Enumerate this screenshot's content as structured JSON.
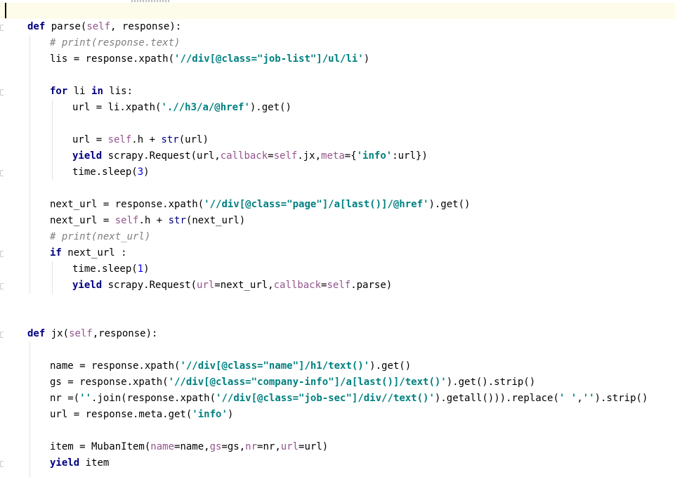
{
  "editor": {
    "lines": [
      {
        "tokens": [
          {
            "t": "def",
            "c": "kw"
          },
          {
            "t": " parse("
          },
          {
            "t": "self",
            "c": "self"
          },
          {
            "t": ", response):"
          }
        ]
      },
      {
        "tokens": [
          {
            "t": "# print(response.text)",
            "c": "cmt"
          }
        ]
      },
      {
        "tokens": [
          {
            "t": "lis = response.xpath("
          },
          {
            "t": "'//div[@class=\"job-list\"]/ul/li'",
            "c": "str"
          },
          {
            "t": ")"
          }
        ]
      },
      {
        "tokens": []
      },
      {
        "tokens": [
          {
            "t": "for",
            "c": "kw"
          },
          {
            "t": " li "
          },
          {
            "t": "in",
            "c": "kw"
          },
          {
            "t": " lis:"
          }
        ]
      },
      {
        "tokens": [
          {
            "t": "url = li.xpath("
          },
          {
            "t": "'.//h3/a/@href'",
            "c": "str"
          },
          {
            "t": ").get()"
          }
        ]
      },
      {
        "tokens": []
      },
      {
        "tokens": [
          {
            "t": "url = "
          },
          {
            "t": "self",
            "c": "self"
          },
          {
            "t": ".h + "
          },
          {
            "t": "str",
            "c": "builtin"
          },
          {
            "t": "(url)"
          }
        ]
      },
      {
        "tokens": [
          {
            "t": "yield",
            "c": "kw"
          },
          {
            "t": " scrapy.Request(url,"
          },
          {
            "t": "callback",
            "c": "kwarg"
          },
          {
            "t": "="
          },
          {
            "t": "self",
            "c": "self"
          },
          {
            "t": ".jx,"
          },
          {
            "t": "meta",
            "c": "kwarg"
          },
          {
            "t": "={"
          },
          {
            "t": "'info'",
            "c": "str"
          },
          {
            "t": ":url})"
          }
        ]
      },
      {
        "tokens": [
          {
            "t": "time.sleep("
          },
          {
            "t": "3",
            "c": "num"
          },
          {
            "t": ")"
          }
        ]
      },
      {
        "tokens": []
      },
      {
        "tokens": [
          {
            "t": "next_url = response.xpath("
          },
          {
            "t": "'//div[@class=\"page\"]/a[last()]/@href'",
            "c": "str"
          },
          {
            "t": ").get()"
          }
        ]
      },
      {
        "tokens": [
          {
            "t": "next_url = "
          },
          {
            "t": "self",
            "c": "self"
          },
          {
            "t": ".h + "
          },
          {
            "t": "str",
            "c": "builtin"
          },
          {
            "t": "(next_url)"
          }
        ]
      },
      {
        "tokens": [
          {
            "t": "# print(next_url)",
            "c": "cmt"
          }
        ]
      },
      {
        "tokens": [
          {
            "t": "if",
            "c": "kw"
          },
          {
            "t": " next_url :"
          }
        ]
      },
      {
        "tokens": [
          {
            "t": "time.sleep("
          },
          {
            "t": "1",
            "c": "num"
          },
          {
            "t": ")"
          }
        ]
      },
      {
        "tokens": [
          {
            "t": "yield",
            "c": "kw"
          },
          {
            "t": " scrapy.Request("
          },
          {
            "t": "url",
            "c": "kwarg"
          },
          {
            "t": "=next_url,"
          },
          {
            "t": "callback",
            "c": "kwarg"
          },
          {
            "t": "="
          },
          {
            "t": "self",
            "c": "self"
          },
          {
            "t": ".parse)"
          }
        ]
      },
      {
        "tokens": []
      },
      {
        "tokens": []
      },
      {
        "tokens": [
          {
            "t": "def",
            "c": "kw"
          },
          {
            "t": " jx("
          },
          {
            "t": "self",
            "c": "self"
          },
          {
            "t": ",response):"
          }
        ]
      },
      {
        "tokens": []
      },
      {
        "tokens": [
          {
            "t": "name = response.xpath("
          },
          {
            "t": "'//div[@class=\"name\"]/h1/text()'",
            "c": "str"
          },
          {
            "t": ").get()"
          }
        ]
      },
      {
        "tokens": [
          {
            "t": "gs = response.xpath("
          },
          {
            "t": "'//div[@class=\"company-info\"]/a[last()]/text()'",
            "c": "str"
          },
          {
            "t": ").get().strip()"
          }
        ]
      },
      {
        "tokens": [
          {
            "t": "nr =("
          },
          {
            "t": "''",
            "c": "str"
          },
          {
            "t": ".join(response.xpath("
          },
          {
            "t": "'//div[@class=\"job-sec\"]/div//text()'",
            "c": "str"
          },
          {
            "t": ").getall())).replace("
          },
          {
            "t": "' '",
            "c": "str"
          },
          {
            "t": ","
          },
          {
            "t": "''",
            "c": "str"
          },
          {
            "t": ").strip()"
          }
        ]
      },
      {
        "tokens": [
          {
            "t": "url = response.meta.get("
          },
          {
            "t": "'info'",
            "c": "str"
          },
          {
            "t": ")"
          }
        ]
      },
      {
        "tokens": []
      },
      {
        "tokens": [
          {
            "t": "item = MubanItem("
          },
          {
            "t": "name",
            "c": "kwarg"
          },
          {
            "t": "=name,"
          },
          {
            "t": "gs",
            "c": "kwarg"
          },
          {
            "t": "=gs,"
          },
          {
            "t": "nr",
            "c": "kwarg"
          },
          {
            "t": "=nr,"
          },
          {
            "t": "url",
            "c": "kwarg"
          },
          {
            "t": "=url)"
          }
        ]
      },
      {
        "tokens": [
          {
            "t": "yield",
            "c": "kw"
          },
          {
            "t": " item"
          }
        ]
      }
    ]
  }
}
